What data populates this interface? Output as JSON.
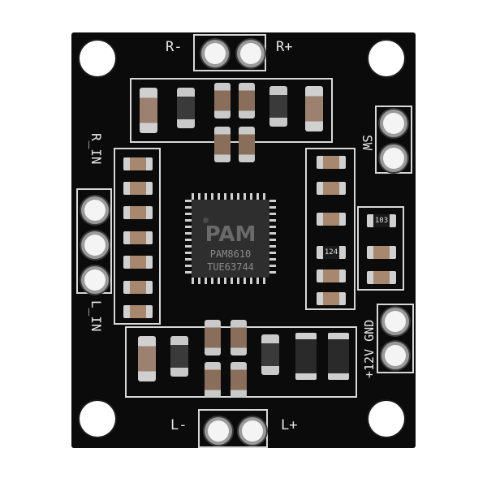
{
  "image": {
    "subject": "PAM8610 stereo audio amplifier PCB module",
    "background_color": "#ffffff",
    "board_color": "#0b0b0b",
    "silkscreen_color": "#e8e8e8"
  },
  "chip": {
    "logo": "PAM",
    "part_number": "PAM8610",
    "lot_code": "TUE63744"
  },
  "labels": {
    "right_minus": "R-",
    "right_plus": "R+",
    "left_minus": "L-",
    "left_plus": "L+",
    "right_input": "R_IN",
    "left_input": "L_IN",
    "switch": "SW",
    "ground": "GND",
    "power": "+12V"
  },
  "resistor_codes": {
    "r1": "103",
    "r2": "124"
  }
}
